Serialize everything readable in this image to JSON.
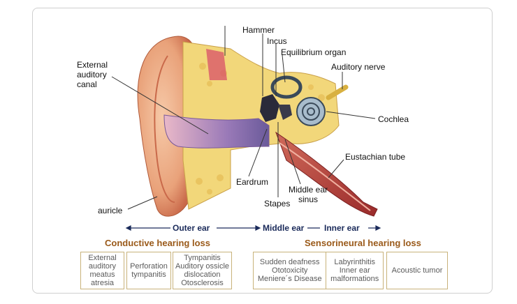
{
  "labels": {
    "hammer": "Hammer",
    "incus": "Incus",
    "equilibrium": "Equilibrium organ",
    "auditory_nerve": "Auditory nerve",
    "external_canal": [
      "External",
      "auditory",
      "canal"
    ],
    "cochlea": "Cochlea",
    "eustachian": "Eustachian tube",
    "eardrum": "Eardrum",
    "middle_sinus": [
      "Middle ear",
      "sinus"
    ],
    "stapes": "Stapes",
    "auricle": "auricle"
  },
  "sections": {
    "outer": "Outer ear",
    "middle": "Middle ear",
    "inner": "Inner ear"
  },
  "categories": {
    "conductive": "Conductive hearing loss",
    "sensorineural": "Sensorineural hearing loss"
  },
  "conductive_boxes": [
    [
      "External",
      "auditory",
      "meatus",
      "atresia"
    ],
    [
      "Perforation",
      "tympanitis"
    ],
    [
      "Tympanitis",
      "Auditory ossicle",
      "dislocation",
      "Otosclerosis"
    ]
  ],
  "sensorineural_boxes": {
    "left": [
      "Sudden deafness",
      "Ototoxicity",
      "Meniere´s Disease"
    ],
    "right": [
      "Labyrinthitis",
      "Inner ear",
      "malformations"
    ],
    "single": [
      "Acoustic tumor"
    ]
  },
  "colors": {
    "section_text": "#1a2a5a",
    "category_text": "#9a5a1a",
    "box_border": "#c8b27a",
    "skin": "#e9a27a",
    "bone": "#f2d77a",
    "canal": "#9a7ab8"
  }
}
